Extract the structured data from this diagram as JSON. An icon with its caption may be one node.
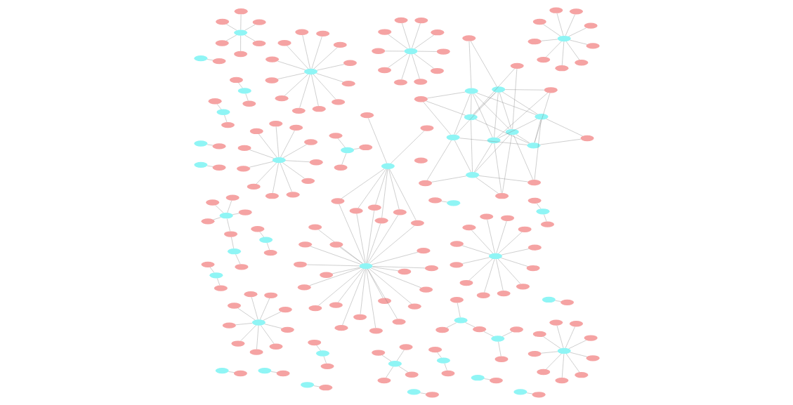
{
  "diagram": {
    "nodes": [
      {
        "text": [],
        "shape": "ellipse"
      },
      {
        "text": [],
        "shape": "ellipse"
      },
      {
        "text": [],
        "shape": "ellipse"
      },
      {
        "text": [],
        "shape": "ellipse"
      },
      {
        "text": [],
        "shape": "ellipse"
      },
      {
        "text": [],
        "shape": "ellipse"
      },
      {
        "text": [],
        "shape": "ellipse"
      },
      {
        "text": [],
        "shape": "ellipse"
      },
      {
        "text": [],
        "shape": "ellipse"
      },
      {
        "text": [],
        "shape": "ellipse"
      },
      {
        "text": [],
        "shape": "ellipse"
      },
      {
        "text": [],
        "shape": "ellipse"
      },
      {
        "text": [],
        "shape": "ellipse"
      },
      {
        "text": [],
        "shape": "ellipse"
      },
      {
        "text": [],
        "shape": "ellipse"
      },
      {
        "text": [],
        "shape": "ellipse"
      },
      {
        "text": [],
        "shape": "ellipse"
      },
      {
        "text": [],
        "shape": "ellipse"
      },
      {
        "text": [],
        "shape": "ellipse"
      },
      {
        "text": [],
        "shape": "ellipse"
      },
      {
        "text": [],
        "shape": "ellipse"
      },
      {
        "text": [],
        "shape": "ellipse"
      },
      {
        "text": [],
        "shape": "ellipse"
      },
      {
        "text": [],
        "shape": "ellipse"
      },
      {
        "text": [],
        "shape": "ellipse"
      },
      {
        "text": [],
        "shape": "ellipse"
      },
      {
        "text": [],
        "shape": "ellipse"
      },
      {
        "text": [],
        "shape": "ellipse"
      },
      {
        "text": [],
        "shape": "ellipse"
      },
      {
        "text": [],
        "shape": "ellipse"
      },
      {
        "text": [],
        "shape": "ellipse"
      },
      {
        "text": [],
        "shape": "ellipse"
      },
      {
        "text": [],
        "shape": "ellipse"
      },
      {
        "text": [],
        "shape": "ellipse"
      },
      {
        "text": [],
        "shape": "ellipse"
      },
      {
        "text": [],
        "shape": "ellipse"
      },
      {
        "text": [],
        "shape": "ellipse"
      },
      {
        "text": [],
        "shape": "ellipse"
      },
      {
        "text": [],
        "shape": "ellipse"
      },
      {
        "text": [],
        "shape": "ellipse"
      },
      {
        "text": [],
        "shape": "ellipse"
      },
      {
        "text": [],
        "shape": "ellipse"
      },
      {
        "text": [],
        "shape": "ellipse"
      },
      {
        "text": [],
        "shape": "ellipse"
      },
      {
        "text": [],
        "shape": "ellipse"
      },
      {
        "text": [],
        "shape": "ellipse"
      },
      {
        "text": [],
        "shape": "ellipse"
      },
      {
        "text": [],
        "shape": "ellipse"
      },
      {
        "text": [],
        "shape": "ellipse"
      },
      {
        "text": [],
        "shape": "ellipse"
      },
      {
        "text": [],
        "shape": "ellipse"
      },
      {
        "text": [],
        "shape": "ellipse"
      },
      {
        "text": [],
        "shape": "ellipse"
      },
      {
        "text": [],
        "shape": "ellipse"
      },
      {
        "text": [],
        "shape": "ellipse"
      },
      {
        "text": [],
        "shape": "ellipse"
      },
      {
        "text": [],
        "shape": "ellipse"
      },
      {
        "text": [],
        "shape": "ellipse"
      },
      {
        "text": [],
        "shape": "ellipse"
      },
      {
        "text": [],
        "shape": "ellipse"
      },
      {
        "text": [],
        "shape": "ellipse"
      },
      {
        "text": [],
        "shape": "ellipse"
      },
      {
        "text": [],
        "shape": "ellipse"
      },
      {
        "text": [],
        "shape": "ellipse"
      },
      {
        "text": [],
        "shape": "ellipse"
      },
      {
        "text": [],
        "shape": "ellipse"
      },
      {
        "text": [],
        "shape": "ellipse"
      },
      {
        "text": [],
        "shape": "ellipse"
      },
      {
        "text": [],
        "shape": "ellipse"
      },
      {
        "text": [],
        "shape": "ellipse"
      },
      {
        "text": [],
        "shape": "ellipse"
      },
      {
        "text": [],
        "shape": "ellipse"
      },
      {
        "text": [],
        "shape": "ellipse"
      },
      {
        "text": [],
        "shape": "ellipse"
      },
      {
        "text": [],
        "shape": "ellipse"
      },
      {
        "text": [],
        "shape": "ellipse"
      },
      {
        "text": [],
        "shape": "ellipse"
      },
      {
        "text": [],
        "shape": "ellipse"
      },
      {
        "text": [],
        "shape": "ellipse"
      },
      {
        "text": [],
        "shape": "ellipse"
      },
      {
        "text": [],
        "shape": "ellipse"
      },
      {
        "text": [],
        "shape": "ellipse"
      },
      {
        "text": [],
        "shape": "ellipse"
      },
      {
        "text": [],
        "shape": "ellipse"
      },
      {
        "text": [],
        "shape": "ellipse"
      },
      {
        "text": [],
        "shape": "ellipse"
      },
      {
        "text": [],
        "shape": "ellipse"
      },
      {
        "text": [],
        "shape": "ellipse"
      },
      {
        "text": [],
        "shape": "ellipse"
      },
      {
        "text": [],
        "shape": "ellipse"
      },
      {
        "text": [],
        "shape": "ellipse"
      },
      {
        "text": [],
        "shape": "ellipse"
      },
      {
        "text": [],
        "shape": "ellipse"
      },
      {
        "text": [],
        "shape": "ellipse"
      },
      {
        "text": [],
        "shape": "ellipse"
      },
      {
        "text": [],
        "shape": "ellipse"
      },
      {
        "text": [],
        "shape": "ellipse"
      },
      {
        "text": [],
        "shape": "ellipse"
      },
      {
        "text": [],
        "shape": "ellipse"
      },
      {
        "text": [],
        "shape": "ellipse"
      },
      {
        "text": [],
        "shape": "ellipse"
      },
      {
        "text": [],
        "shape": "ellipse"
      },
      {
        "text": [],
        "shape": "ellipse"
      },
      {
        "text": [],
        "shape": "ellipse"
      },
      {
        "text": [],
        "shape": "ellipse"
      },
      {
        "text": [],
        "shape": "ellipse"
      },
      {
        "text": [],
        "shape": "ellipse"
      },
      {
        "text": [],
        "shape": "ellipse"
      },
      {
        "text": [],
        "shape": "ellipse"
      },
      {
        "text": [],
        "shape": "ellipse"
      },
      {
        "text": [],
        "shape": "ellipse"
      },
      {
        "text": [],
        "shape": "ellipse"
      },
      {
        "text": [],
        "shape": "ellipse"
      },
      {
        "text": [],
        "shape": "ellipse"
      },
      {
        "text": [],
        "shape": "ellipse"
      },
      {
        "text": [],
        "shape": "ellipse"
      },
      {
        "text": [],
        "shape": "ellipse"
      },
      {
        "text": [],
        "shape": "ellipse"
      },
      {
        "text": [],
        "shape": "ellipse"
      },
      {
        "text": [],
        "shape": "ellipse"
      },
      {
        "text": [],
        "shape": "ellipse"
      },
      {
        "text": [],
        "shape": "ellipse"
      },
      {
        "text": [],
        "shape": "ellipse"
      },
      {
        "text": [],
        "shape": "ellipse"
      },
      {
        "text": [],
        "shape": "ellipse"
      },
      {
        "text": [],
        "shape": "ellipse"
      },
      {
        "text": [],
        "shape": "ellipse"
      },
      {
        "text": [],
        "shape": "ellipse"
      },
      {
        "text": [],
        "shape": "ellipse"
      },
      {
        "text": [],
        "shape": "ellipse"
      },
      {
        "text": [],
        "shape": "ellipse"
      },
      {
        "text": [],
        "shape": "ellipse"
      },
      {
        "text": [],
        "shape": "ellipse"
      },
      {
        "text": [],
        "shape": "ellipse"
      },
      {
        "text": [],
        "shape": "ellipse"
      },
      {
        "text": [],
        "shape": "ellipse"
      },
      {
        "text": [],
        "shape": "ellipse"
      },
      {
        "text": [],
        "shape": "ellipse"
      },
      {
        "text": [],
        "shape": "ellipse"
      },
      {
        "text": [],
        "shape": "ellipse"
      },
      {
        "text": [],
        "shape": "ellipse"
      },
      {
        "text": [],
        "shape": "ellipse"
      },
      {
        "text": [],
        "shape": "ellipse"
      },
      {
        "text": [],
        "shape": "ellipse"
      },
      {
        "text": [],
        "shape": "ellipse"
      },
      {
        "text": [],
        "shape": "ellipse"
      },
      {
        "text": [],
        "shape": "ellipse"
      },
      {
        "text": [],
        "shape": "ellipse"
      },
      {
        "text": [],
        "shape": "ellipse"
      },
      {
        "text": [],
        "shape": "ellipse"
      },
      {
        "text": [],
        "shape": "ellipse"
      },
      {
        "text": [],
        "shape": "ellipse"
      },
      {
        "text": [],
        "shape": "ellipse"
      },
      {
        "text": [],
        "shape": "ellipse"
      },
      {
        "text": [],
        "shape": "ellipse"
      },
      {
        "text": [],
        "shape": "ellipse"
      },
      {
        "text": [],
        "shape": "ellipse"
      },
      {
        "text": [],
        "shape": "ellipse"
      },
      {
        "text": [],
        "shape": "ellipse"
      },
      {
        "text": [],
        "shape": "ellipse"
      },
      {
        "text": [],
        "shape": "ellipse"
      },
      {
        "text": [],
        "shape": "ellipse"
      },
      {
        "text": [],
        "shape": "ellipse"
      },
      {
        "text": [],
        "shape": "ellipse"
      },
      {
        "text": [],
        "shape": "ellipse"
      },
      {
        "text": [],
        "shape": "ellipse"
      },
      {
        "text": [],
        "shape": "ellipse"
      },
      {
        "text": [],
        "shape": "ellipse"
      },
      {
        "text": [],
        "shape": "ellipse"
      },
      {
        "text": [],
        "shape": "ellipse"
      },
      {
        "text": [],
        "shape": "ellipse"
      },
      {
        "text": [],
        "shape": "ellipse"
      },
      {
        "text": [],
        "shape": "ellipse"
      },
      {
        "text": [],
        "shape": "ellipse"
      },
      {
        "text": [],
        "shape": "ellipse"
      },
      {
        "text": [],
        "shape": "ellipse"
      },
      {
        "text": [],
        "shape": "ellipse"
      },
      {
        "text": [],
        "shape": "ellipse"
      },
      {
        "text": [],
        "shape": "ellipse"
      },
      {
        "text": [],
        "shape": "ellipse"
      },
      {
        "text": [],
        "shape": "ellipse"
      },
      {
        "text": [],
        "shape": "ellipse"
      },
      {
        "text": [],
        "shape": "ellipse"
      },
      {
        "text": [],
        "shape": "ellipse"
      },
      {
        "text": [],
        "shape": "ellipse"
      },
      {
        "text": [],
        "shape": "ellipse"
      },
      {
        "text": [],
        "shape": "ellipse"
      },
      {
        "text": [],
        "shape": "ellipse"
      },
      {
        "text": [],
        "shape": "ellipse"
      },
      {
        "text": [],
        "shape": "ellipse"
      },
      {
        "text": [],
        "shape": "ellipse"
      },
      {
        "text": [],
        "shape": "ellipse"
      },
      {
        "text": [],
        "shape": "ellipse"
      },
      {
        "text": [],
        "shape": "ellipse"
      },
      {
        "text": [],
        "shape": "ellipse"
      },
      {
        "text": [],
        "shape": "ellipse"
      },
      {
        "text": [],
        "shape": "ellipse"
      },
      {
        "text": [],
        "shape": "ellipse"
      },
      {
        "text": [],
        "shape": "ellipse"
      }
    ],
    "edges": [
      {
        "from": 0,
        "to": 1,
        "arrow": "none"
      },
      {
        "from": 2,
        "to": 3,
        "arrow": "none"
      },
      {
        "from": 2,
        "to": 4,
        "arrow": "none"
      },
      {
        "from": 2,
        "to": 5,
        "arrow": "none"
      },
      {
        "from": 2,
        "to": 6,
        "arrow": "none"
      },
      {
        "from": 2,
        "to": 7,
        "arrow": "none"
      },
      {
        "from": 2,
        "to": 8,
        "arrow": "none"
      },
      {
        "from": 2,
        "to": 9,
        "arrow": "none"
      },
      {
        "from": 2,
        "to": 10,
        "arrow": "none"
      },
      {
        "from": 2,
        "to": 11,
        "arrow": "none"
      },
      {
        "from": 12,
        "to": 13,
        "arrow": "none"
      },
      {
        "from": 12,
        "to": 14,
        "arrow": "none"
      },
      {
        "from": 12,
        "to": 15,
        "arrow": "none"
      },
      {
        "from": 12,
        "to": 16,
        "arrow": "none"
      },
      {
        "from": 12,
        "to": 17,
        "arrow": "none"
      },
      {
        "from": 12,
        "to": 18,
        "arrow": "none"
      },
      {
        "from": 12,
        "to": 19,
        "arrow": "none"
      },
      {
        "from": 12,
        "to": 20,
        "arrow": "none"
      },
      {
        "from": 12,
        "to": 21,
        "arrow": "none"
      },
      {
        "from": 22,
        "to": 23,
        "arrow": "none"
      },
      {
        "from": 22,
        "to": 24,
        "arrow": "none"
      },
      {
        "from": 22,
        "to": 25,
        "arrow": "none"
      },
      {
        "from": 22,
        "to": 26,
        "arrow": "none"
      },
      {
        "from": 22,
        "to": 27,
        "arrow": "none"
      },
      {
        "from": 22,
        "to": 28,
        "arrow": "none"
      },
      {
        "from": 29,
        "to": 30,
        "arrow": "none"
      },
      {
        "from": 30,
        "to": 31,
        "arrow": "none"
      },
      {
        "from": 32,
        "to": 33,
        "arrow": "none"
      },
      {
        "from": 33,
        "to": 34,
        "arrow": "none"
      },
      {
        "from": 34,
        "to": 35,
        "arrow": "none"
      },
      {
        "from": 35,
        "to": 36,
        "arrow": "none"
      },
      {
        "from": 36,
        "to": 37,
        "arrow": "none"
      },
      {
        "from": 37,
        "to": 38,
        "arrow": "none"
      },
      {
        "from": 38,
        "to": 39,
        "arrow": "none"
      },
      {
        "from": 39,
        "to": 40,
        "arrow": "none"
      },
      {
        "from": 40,
        "to": 32,
        "arrow": "none"
      },
      {
        "from": 32,
        "to": 35,
        "arrow": "none"
      },
      {
        "from": 32,
        "to": 37,
        "arrow": "none"
      },
      {
        "from": 33,
        "to": 36,
        "arrow": "none"
      },
      {
        "from": 33,
        "to": 38,
        "arrow": "none"
      },
      {
        "from": 34,
        "to": 37,
        "arrow": "none"
      },
      {
        "from": 34,
        "to": 39,
        "arrow": "none"
      },
      {
        "from": 35,
        "to": 38,
        "arrow": "none"
      },
      {
        "from": 35,
        "to": 40,
        "arrow": "none"
      },
      {
        "from": 36,
        "to": 39,
        "arrow": "none"
      },
      {
        "from": 37,
        "to": 40,
        "arrow": "none"
      },
      {
        "from": 41,
        "to": 32,
        "arrow": "none"
      },
      {
        "from": 41,
        "to": 33,
        "arrow": "none"
      },
      {
        "from": 41,
        "to": 36,
        "arrow": "none"
      },
      {
        "from": 42,
        "to": 33,
        "arrow": "none"
      },
      {
        "from": 42,
        "to": 34,
        "arrow": "none"
      },
      {
        "from": 43,
        "to": 34,
        "arrow": "none"
      },
      {
        "from": 43,
        "to": 35,
        "arrow": "none"
      },
      {
        "from": 43,
        "to": 38,
        "arrow": "none"
      },
      {
        "from": 44,
        "to": 35,
        "arrow": "none"
      },
      {
        "from": 44,
        "to": 37,
        "arrow": "none"
      },
      {
        "from": 45,
        "to": 36,
        "arrow": "none"
      },
      {
        "from": 45,
        "to": 38,
        "arrow": "none"
      },
      {
        "from": 46,
        "to": 37,
        "arrow": "none"
      },
      {
        "from": 46,
        "to": 39,
        "arrow": "none"
      },
      {
        "from": 46,
        "to": 32,
        "arrow": "none"
      },
      {
        "from": 47,
        "to": 39,
        "arrow": "none"
      },
      {
        "from": 47,
        "to": 40,
        "arrow": "none"
      },
      {
        "from": 48,
        "to": 40,
        "arrow": "none"
      },
      {
        "from": 48,
        "to": 36,
        "arrow": "none"
      },
      {
        "from": 48,
        "to": 33,
        "arrow": "none"
      },
      {
        "from": 49,
        "to": 50,
        "arrow": "none"
      },
      {
        "from": 49,
        "to": 51,
        "arrow": "none"
      },
      {
        "from": 49,
        "to": 52,
        "arrow": "none"
      },
      {
        "from": 49,
        "to": 53,
        "arrow": "none"
      },
      {
        "from": 49,
        "to": 54,
        "arrow": "none"
      },
      {
        "from": 49,
        "to": 55,
        "arrow": "none"
      },
      {
        "from": 49,
        "to": 56,
        "arrow": "none"
      },
      {
        "from": 49,
        "to": 57,
        "arrow": "none"
      },
      {
        "from": 49,
        "to": 58,
        "arrow": "none"
      },
      {
        "from": 49,
        "to": 59,
        "arrow": "none"
      },
      {
        "from": 49,
        "to": 60,
        "arrow": "none"
      },
      {
        "from": 49,
        "to": 61,
        "arrow": "none"
      },
      {
        "from": 49,
        "to": 62,
        "arrow": "none"
      },
      {
        "from": 49,
        "to": 63,
        "arrow": "none"
      },
      {
        "from": 49,
        "to": 64,
        "arrow": "none"
      },
      {
        "from": 49,
        "to": 65,
        "arrow": "none"
      },
      {
        "from": 49,
        "to": 66,
        "arrow": "none"
      },
      {
        "from": 49,
        "to": 67,
        "arrow": "none"
      },
      {
        "from": 49,
        "to": 68,
        "arrow": "none"
      },
      {
        "from": 49,
        "to": 69,
        "arrow": "none"
      },
      {
        "from": 49,
        "to": 70,
        "arrow": "none"
      },
      {
        "from": 49,
        "to": 71,
        "arrow": "none"
      },
      {
        "from": 49,
        "to": 72,
        "arrow": "none"
      },
      {
        "from": 49,
        "to": 73,
        "arrow": "none"
      },
      {
        "from": 74,
        "to": 68,
        "arrow": "none"
      },
      {
        "from": 74,
        "to": 69,
        "arrow": "none"
      },
      {
        "from": 74,
        "to": 70,
        "arrow": "none"
      },
      {
        "from": 74,
        "to": 71,
        "arrow": "none"
      },
      {
        "from": 74,
        "to": 72,
        "arrow": "none"
      },
      {
        "from": 74,
        "to": 73,
        "arrow": "none"
      },
      {
        "from": 74,
        "to": 75,
        "arrow": "none"
      },
      {
        "from": 74,
        "to": 76,
        "arrow": "none"
      },
      {
        "from": 77,
        "to": 78,
        "arrow": "none"
      },
      {
        "from": 77,
        "to": 79,
        "arrow": "none"
      },
      {
        "from": 77,
        "to": 80,
        "arrow": "none"
      },
      {
        "from": 77,
        "to": 81,
        "arrow": "none"
      },
      {
        "from": 77,
        "to": 82,
        "arrow": "none"
      },
      {
        "from": 83,
        "to": 82,
        "arrow": "none"
      },
      {
        "from": 83,
        "to": 84,
        "arrow": "none"
      },
      {
        "from": 85,
        "to": 86,
        "arrow": "none"
      },
      {
        "from": 85,
        "to": 87,
        "arrow": "none"
      },
      {
        "from": 85,
        "to": 88,
        "arrow": "none"
      },
      {
        "from": 85,
        "to": 89,
        "arrow": "none"
      },
      {
        "from": 85,
        "to": 90,
        "arrow": "none"
      },
      {
        "from": 85,
        "to": 91,
        "arrow": "none"
      },
      {
        "from": 85,
        "to": 92,
        "arrow": "none"
      },
      {
        "from": 85,
        "to": 93,
        "arrow": "none"
      },
      {
        "from": 85,
        "to": 94,
        "arrow": "none"
      },
      {
        "from": 85,
        "to": 95,
        "arrow": "none"
      },
      {
        "from": 85,
        "to": 96,
        "arrow": "none"
      },
      {
        "from": 85,
        "to": 97,
        "arrow": "none"
      },
      {
        "from": 98,
        "to": 99,
        "arrow": "none"
      },
      {
        "from": 98,
        "to": 100,
        "arrow": "none"
      },
      {
        "from": 98,
        "to": 101,
        "arrow": "none"
      },
      {
        "from": 98,
        "to": 102,
        "arrow": "none"
      },
      {
        "from": 98,
        "to": 103,
        "arrow": "none"
      },
      {
        "from": 98,
        "to": 104,
        "arrow": "none"
      },
      {
        "from": 98,
        "to": 105,
        "arrow": "none"
      },
      {
        "from": 98,
        "to": 106,
        "arrow": "none"
      },
      {
        "from": 98,
        "to": 107,
        "arrow": "none"
      },
      {
        "from": 98,
        "to": 108,
        "arrow": "none"
      },
      {
        "from": 98,
        "to": 109,
        "arrow": "none"
      },
      {
        "from": 98,
        "to": 110,
        "arrow": "none"
      },
      {
        "from": 111,
        "to": 112,
        "arrow": "none"
      },
      {
        "from": 111,
        "to": 113,
        "arrow": "none"
      },
      {
        "from": 111,
        "to": 114,
        "arrow": "none"
      },
      {
        "from": 111,
        "to": 115,
        "arrow": "none"
      },
      {
        "from": 111,
        "to": 116,
        "arrow": "none"
      },
      {
        "from": 111,
        "to": 117,
        "arrow": "none"
      },
      {
        "from": 111,
        "to": 118,
        "arrow": "none"
      },
      {
        "from": 111,
        "to": 119,
        "arrow": "none"
      },
      {
        "from": 111,
        "to": 120,
        "arrow": "none"
      },
      {
        "from": 111,
        "to": 121,
        "arrow": "none"
      },
      {
        "from": 111,
        "to": 122,
        "arrow": "none"
      },
      {
        "from": 123,
        "to": 124,
        "arrow": "none"
      },
      {
        "from": 125,
        "to": 126,
        "arrow": "none"
      },
      {
        "from": 127,
        "to": 128,
        "arrow": "none"
      },
      {
        "from": 128,
        "to": 129,
        "arrow": "none"
      },
      {
        "from": 130,
        "to": 131,
        "arrow": "none"
      },
      {
        "from": 131,
        "to": 132,
        "arrow": "none"
      },
      {
        "from": 133,
        "to": 134,
        "arrow": "none"
      },
      {
        "from": 134,
        "to": 135,
        "arrow": "none"
      },
      {
        "from": 136,
        "to": 137,
        "arrow": "none"
      },
      {
        "from": 137,
        "to": 138,
        "arrow": "none"
      },
      {
        "from": 139,
        "to": 140,
        "arrow": "none"
      },
      {
        "from": 140,
        "to": 141,
        "arrow": "none"
      },
      {
        "from": 142,
        "to": 143,
        "arrow": "none"
      },
      {
        "from": 143,
        "to": 144,
        "arrow": "none"
      },
      {
        "from": 145,
        "to": 146,
        "arrow": "none"
      },
      {
        "from": 147,
        "to": 148,
        "arrow": "none"
      },
      {
        "from": 149,
        "to": 150,
        "arrow": "none"
      },
      {
        "from": 151,
        "to": 152,
        "arrow": "none"
      },
      {
        "from": 153,
        "to": 154,
        "arrow": "none"
      },
      {
        "from": 155,
        "to": 156,
        "arrow": "none"
      },
      {
        "from": 157,
        "to": 158,
        "arrow": "none"
      },
      {
        "from": 159,
        "to": 160,
        "arrow": "none"
      },
      {
        "from": 161,
        "to": 162,
        "arrow": "none"
      },
      {
        "from": 161,
        "to": 163,
        "arrow": "none"
      },
      {
        "from": 161,
        "to": 164,
        "arrow": "none"
      },
      {
        "from": 161,
        "to": 165,
        "arrow": "none"
      },
      {
        "from": 161,
        "to": 166,
        "arrow": "none"
      },
      {
        "from": 161,
        "to": 167,
        "arrow": "none"
      },
      {
        "from": 161,
        "to": 168,
        "arrow": "none"
      },
      {
        "from": 161,
        "to": 169,
        "arrow": "none"
      },
      {
        "from": 161,
        "to": 170,
        "arrow": "none"
      },
      {
        "from": 161,
        "to": 171,
        "arrow": "none"
      },
      {
        "from": 172,
        "to": 173,
        "arrow": "none"
      },
      {
        "from": 172,
        "to": 174,
        "arrow": "none"
      },
      {
        "from": 172,
        "to": 175,
        "arrow": "none"
      },
      {
        "from": 172,
        "to": 176,
        "arrow": "none"
      },
      {
        "from": 172,
        "to": 177,
        "arrow": "none"
      },
      {
        "from": 172,
        "to": 178,
        "arrow": "none"
      },
      {
        "from": 172,
        "to": 179,
        "arrow": "none"
      },
      {
        "from": 172,
        "to": 180,
        "arrow": "none"
      },
      {
        "from": 172,
        "to": 181,
        "arrow": "none"
      },
      {
        "from": 182,
        "to": 183,
        "arrow": "none"
      },
      {
        "from": 182,
        "to": 184,
        "arrow": "none"
      },
      {
        "from": 182,
        "to": 185,
        "arrow": "none"
      },
      {
        "from": 182,
        "to": 186,
        "arrow": "none"
      },
      {
        "from": 187,
        "to": 188,
        "arrow": "none"
      },
      {
        "from": 187,
        "to": 189,
        "arrow": "none"
      },
      {
        "from": 187,
        "to": 190,
        "arrow": "none"
      },
      {
        "from": 191,
        "to": 192,
        "arrow": "none"
      },
      {
        "from": 191,
        "to": 193,
        "arrow": "none"
      },
      {
        "from": 191,
        "to": 194,
        "arrow": "none"
      },
      {
        "from": 195,
        "to": 194,
        "arrow": "none"
      },
      {
        "from": 195,
        "to": 196,
        "arrow": "none"
      },
      {
        "from": 195,
        "to": 197,
        "arrow": "none"
      }
    ]
  }
}
